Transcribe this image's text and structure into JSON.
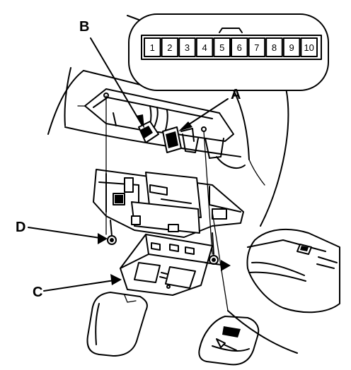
{
  "callouts": {
    "a": "A",
    "b": "B",
    "c": "C",
    "d": "D"
  },
  "connector": {
    "pins": [
      "1",
      "2",
      "3",
      "4",
      "5",
      "6",
      "7",
      "8",
      "9",
      "10"
    ]
  }
}
